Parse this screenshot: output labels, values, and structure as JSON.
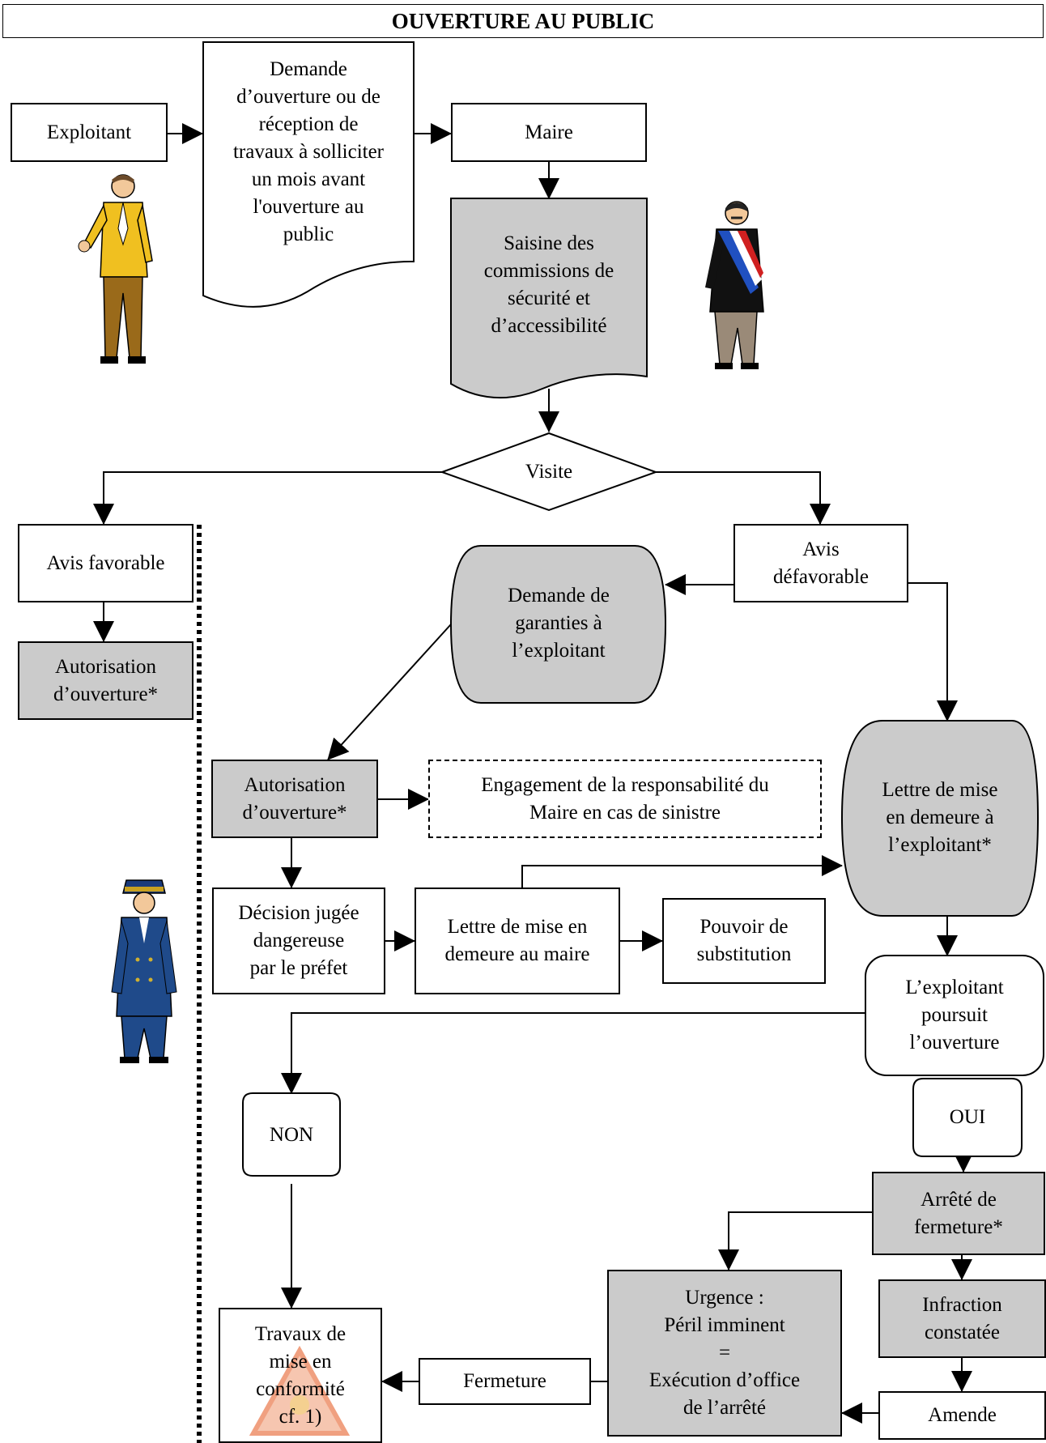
{
  "title": "OUVERTURE AU PUBLIC",
  "nodes": {
    "exploitant": "Exploitant",
    "demande_ouverture": "Demande\nd’ouverture ou de\nréception de\ntravaux à solliciter\nun mois avant\nl'ouverture au\npublic",
    "maire": "Maire",
    "saisine": "Saisine des\ncommissions de\nsécurité et\nd’accessibilité",
    "visite": "Visite",
    "avis_favorable": "Avis favorable",
    "autorisation_left": "Autorisation\nd’ouverture*",
    "avis_defavorable": "Avis\ndéfavorable",
    "demande_garanties": "Demande de\ngaranties à\nl’exploitant",
    "autorisation_mid": "Autorisation\nd’ouverture*",
    "engagement": "Engagement de la responsabilité du\nMaire en cas de sinistre",
    "lettre_exploitant": "Lettre de mise\nen demeure à\nl’exploitant*",
    "decision": "Décision jugée\ndangereuse\npar le préfet",
    "lettre_maire": "Lettre de mise en\ndemeure au maire",
    "pouvoir": "Pouvoir de\nsubstitution",
    "poursuit": "L’exploitant\npoursuit\nl’ouverture",
    "oui": "OUI",
    "non": "NON",
    "arrete": "Arrêté de\nfermeture*",
    "infraction": "Infraction\nconstatée",
    "urgence": "Urgence :\nPéril imminent\n=\nExécution d’office\nde l’arrêté",
    "amende": "Amende",
    "fermeture": "Fermeture",
    "travaux": "Travaux de\nmise en\nconformité\ncf. 1)"
  },
  "colors": {
    "gray_fill": "#cbcbcb",
    "line": "#000000"
  },
  "icons": [
    "exploitant-figure",
    "maire-figure",
    "prefet-figure",
    "warning-sign-icon"
  ]
}
